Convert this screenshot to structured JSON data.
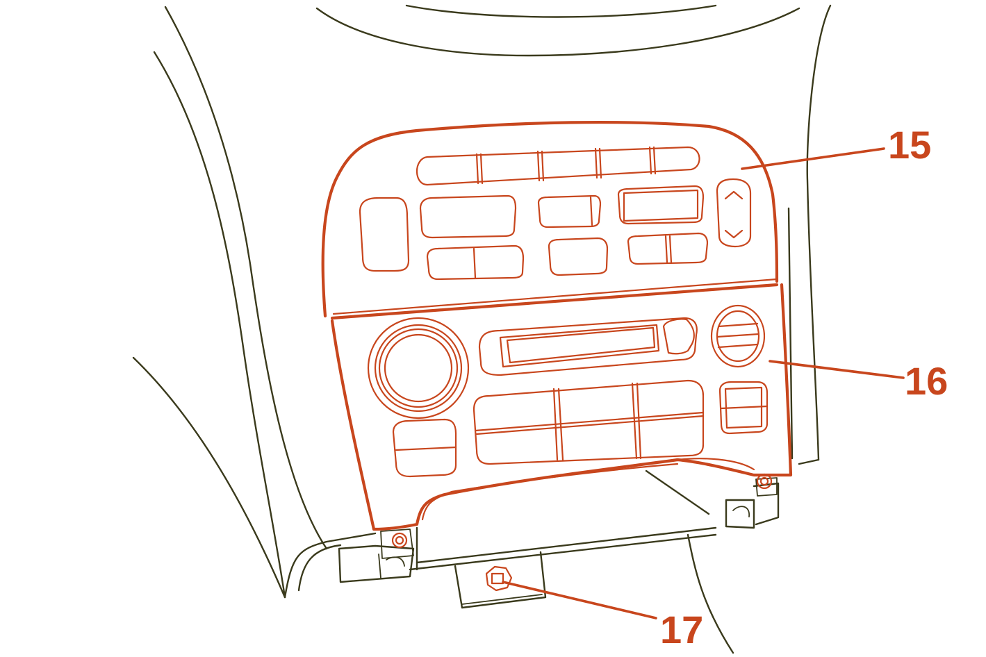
{
  "diagram": {
    "callouts": [
      {
        "id": "15",
        "label": "15"
      },
      {
        "id": "16",
        "label": "16"
      },
      {
        "id": "17",
        "label": "17"
      }
    ],
    "colors": {
      "highlight": "#c8461d",
      "outline": "#3a3a1c",
      "background": "#ffffff"
    }
  }
}
